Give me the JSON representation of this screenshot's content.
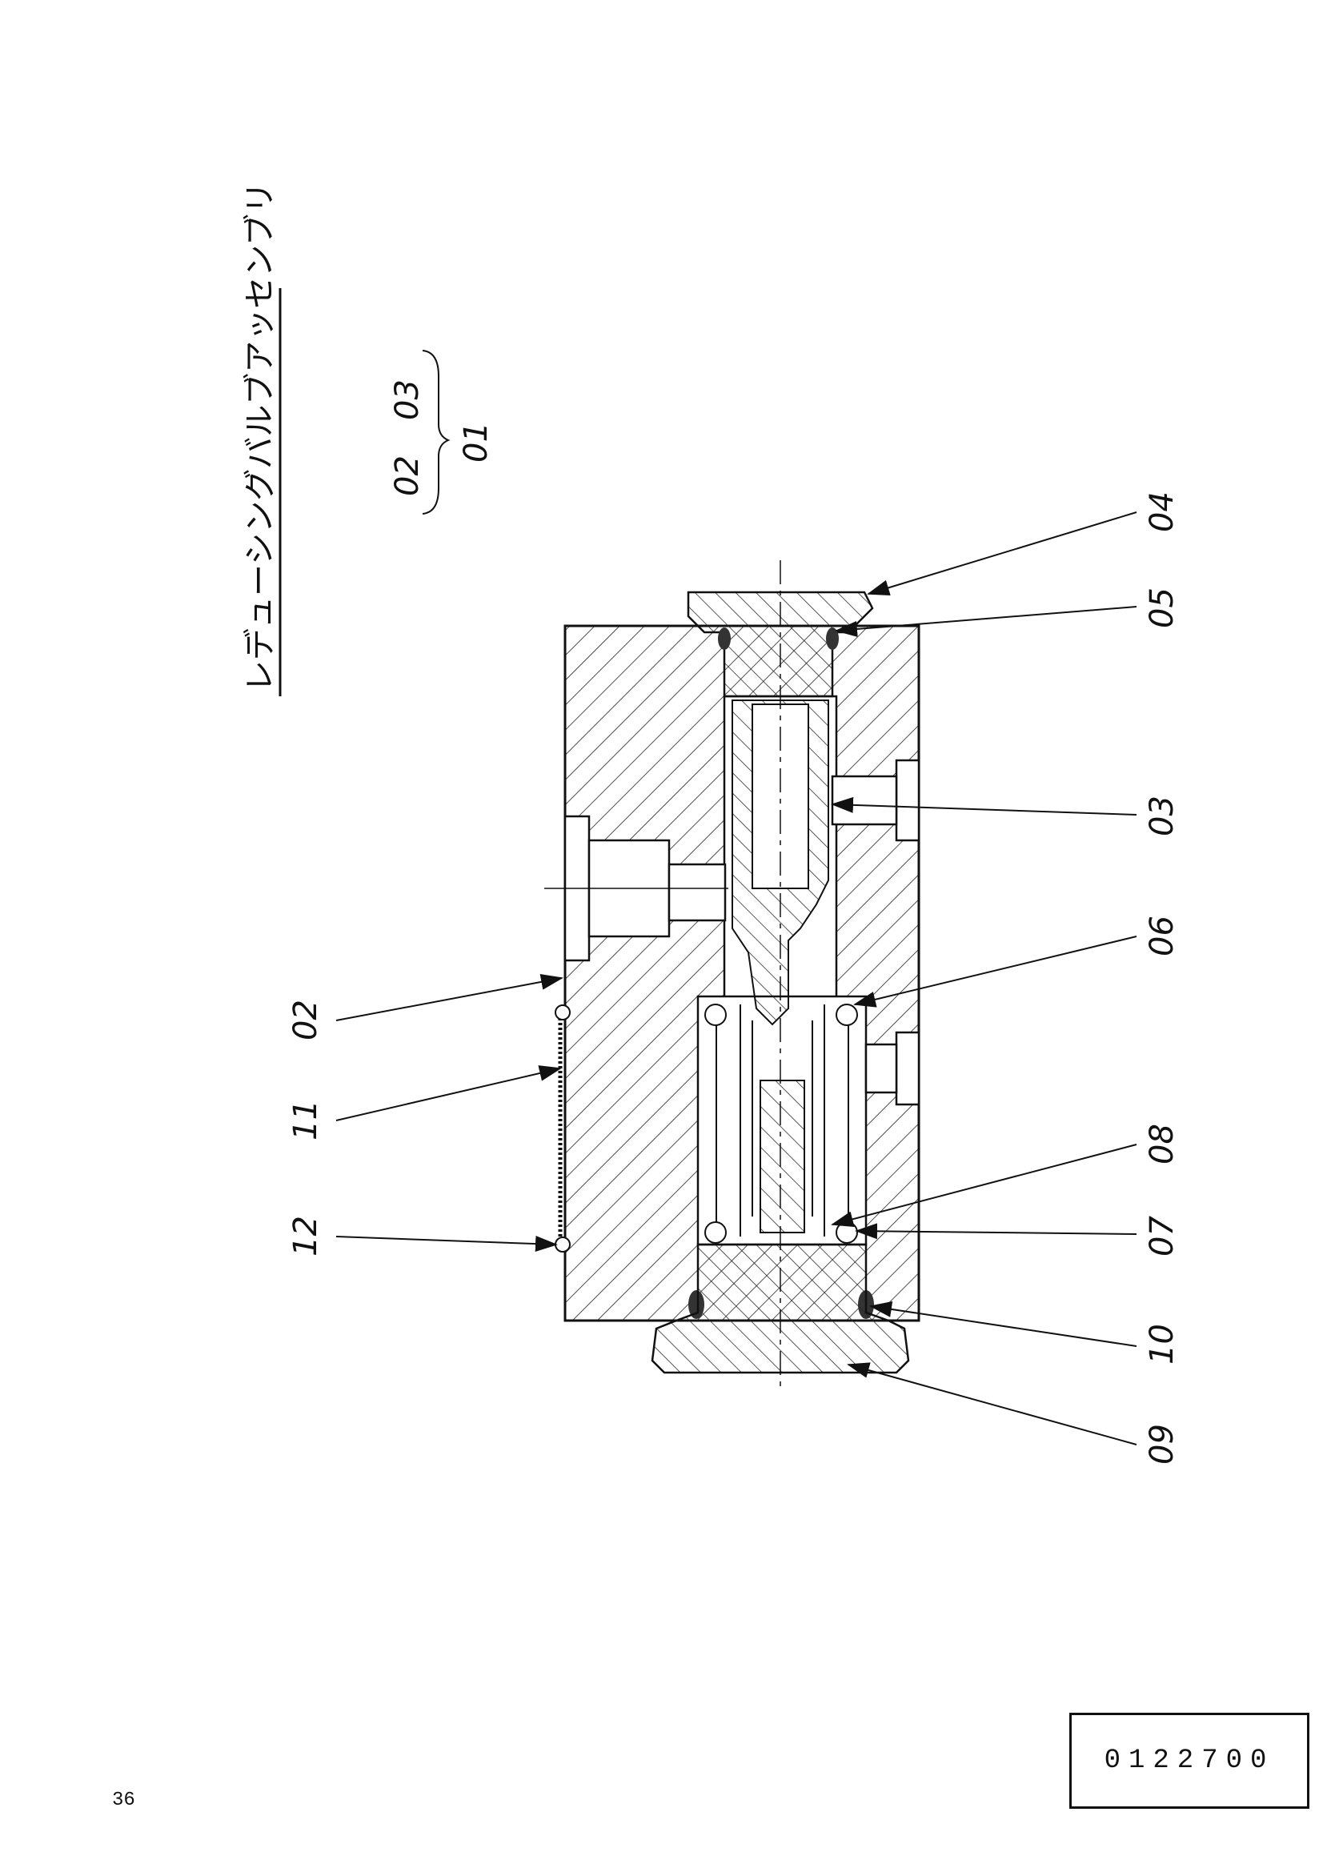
{
  "title": "レデューシングバルブアッセンブリ",
  "assembly_group": {
    "parts": [
      "02",
      "03"
    ],
    "parent": "01"
  },
  "callouts": [
    "04",
    "05",
    "03",
    "06",
    "02",
    "11",
    "08",
    "07",
    "12",
    "10",
    "09"
  ],
  "drawing_number": "0122700",
  "page_number": "36"
}
